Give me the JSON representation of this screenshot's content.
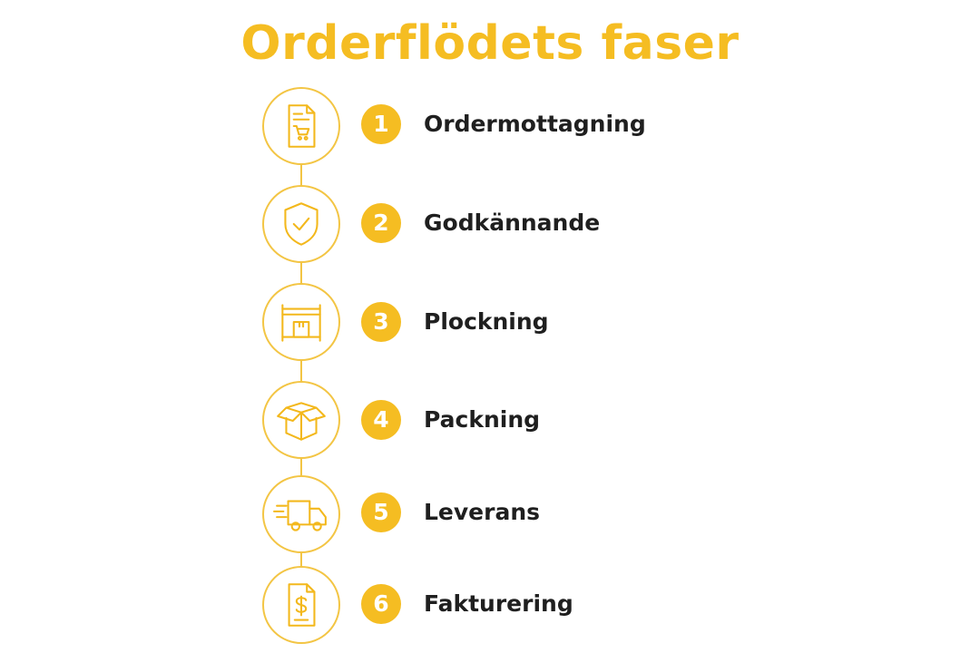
{
  "title": "Orderflödets faser",
  "accent_color": "#f5bd22",
  "steps": [
    {
      "number": "1",
      "label": "Ordermottagning",
      "icon": "order-document-cart-icon"
    },
    {
      "number": "2",
      "label": "Godkännande",
      "icon": "shield-check-icon"
    },
    {
      "number": "3",
      "label": "Plockning",
      "icon": "warehouse-shelf-box-icon"
    },
    {
      "number": "4",
      "label": "Packning",
      "icon": "open-box-icon"
    },
    {
      "number": "5",
      "label": "Leverans",
      "icon": "delivery-truck-icon"
    },
    {
      "number": "6",
      "label": "Fakturering",
      "icon": "invoice-dollar-icon"
    }
  ]
}
